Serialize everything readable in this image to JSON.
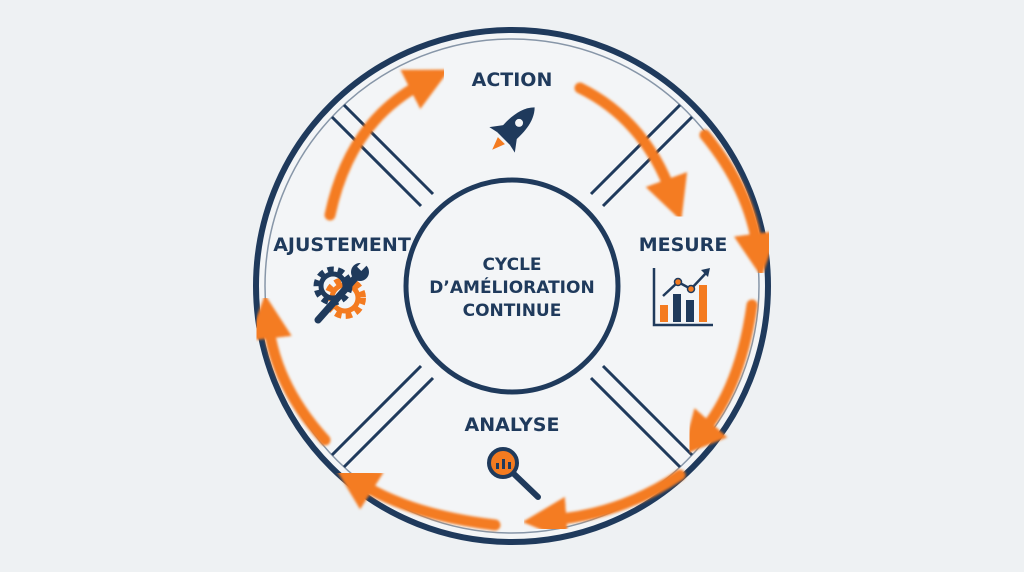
{
  "center": {
    "line1": "CYCLE",
    "line2": "D’AMÉLIORATION",
    "line3": "CONTINUE"
  },
  "stages": {
    "action": {
      "label": "ACTION",
      "icon": "rocket-icon"
    },
    "mesure": {
      "label": "MESURE",
      "icon": "bar-chart-icon"
    },
    "analyse": {
      "label": "ANALYSE",
      "icon": "magnifier-icon"
    },
    "ajustement": {
      "label": "AJUSTEMENT",
      "icon": "gear-wrench-icon"
    }
  },
  "colors": {
    "navy": "#1f3a5c",
    "orange": "#f47b20",
    "background": "#eef1f3"
  }
}
